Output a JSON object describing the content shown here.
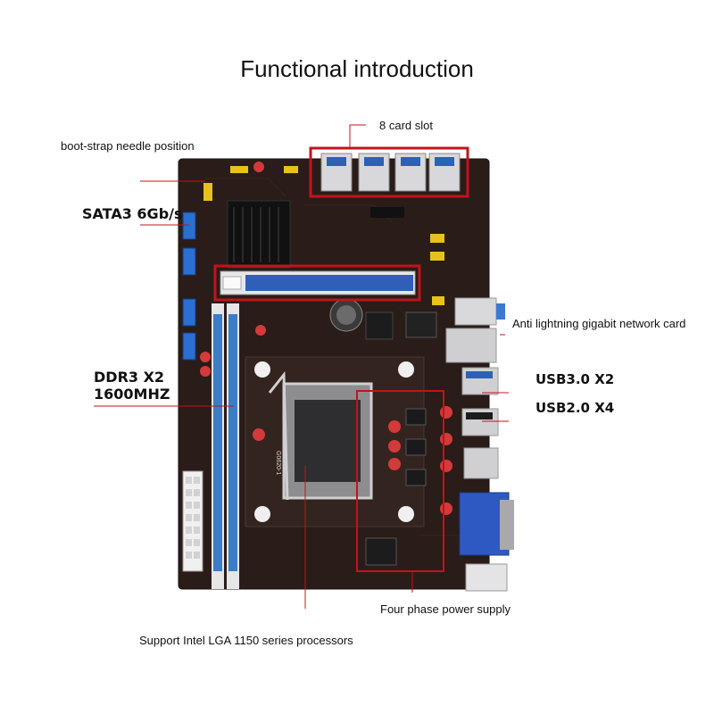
{
  "title": "Functional introduction",
  "callouts": {
    "card_slot": "8 card slot",
    "boot_strap": "boot-strap needle position",
    "sata": "SATA3 6Gb/s",
    "ddr_line1": "DDR3 X2",
    "ddr_line2": "1600MHZ",
    "network": "Anti lightning gigabit network card",
    "usb3": "USB3.0 X2",
    "usb2": "USB2.0 X4",
    "power": "Four phase power supply",
    "cpu": "Support Intel LGA 1150 series processors"
  },
  "silkscreen": "G0620-1",
  "colors": {
    "board": "#2a1c18",
    "callout": "#c0141c",
    "dimm_slot": "#3b7dc8",
    "pcie_slot": "#2f5fb8"
  }
}
